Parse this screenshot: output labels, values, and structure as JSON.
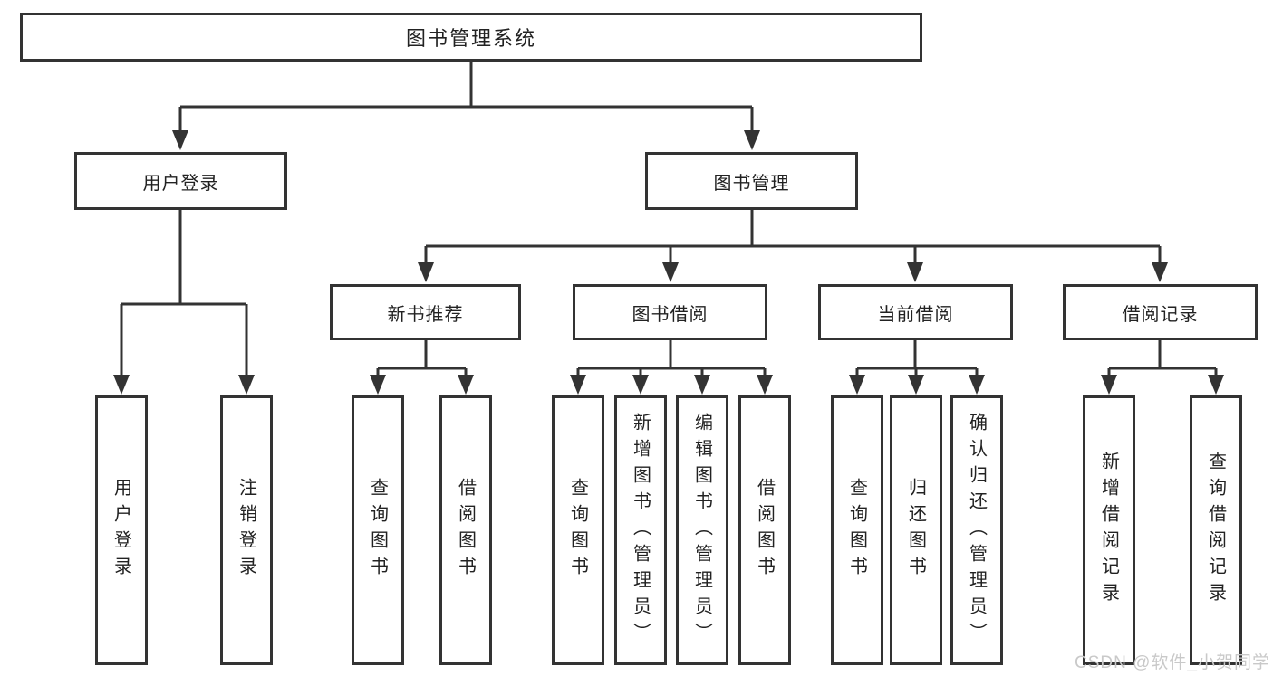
{
  "diagram": {
    "root": {
      "label": "图书管理系统"
    },
    "branches": [
      {
        "label": "用户登录",
        "children": [
          {
            "label": "用户登录"
          },
          {
            "label": "注销登录"
          }
        ]
      },
      {
        "label": "图书管理",
        "children": [
          {
            "label": "新书推荐",
            "children": [
              {
                "label": "查询图书"
              },
              {
                "label": "借阅图书"
              }
            ]
          },
          {
            "label": "图书借阅",
            "children": [
              {
                "label": "查询图书"
              },
              {
                "label": "新增图书（管理员）"
              },
              {
                "label": "编辑图书（管理员）"
              },
              {
                "label": "借阅图书"
              }
            ]
          },
          {
            "label": "当前借阅",
            "children": [
              {
                "label": "查询图书"
              },
              {
                "label": "归还图书"
              },
              {
                "label": "确认归还（管理员）"
              }
            ]
          },
          {
            "label": "借阅记录",
            "children": [
              {
                "label": "新增借阅记录"
              },
              {
                "label": "查询借阅记录"
              }
            ]
          }
        ]
      }
    ],
    "watermark": "CSDN @软件_小贺同学",
    "colors": {
      "line": "#333333",
      "box_border": "#333333",
      "text": "#222222",
      "watermark": "#c9c9c9",
      "background": "#ffffff"
    }
  }
}
